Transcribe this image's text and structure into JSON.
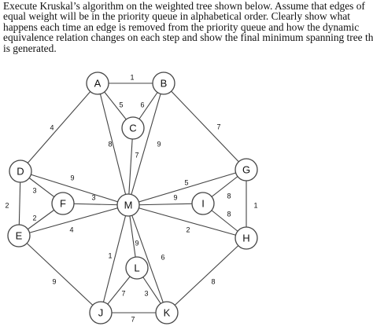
{
  "question": {
    "lines": [
      "Execute Kruskal’s algorithm on the weighted tree shown below. Assume that edges of",
      "equal weight will be in the priority queue in alphabetical order. Clearly show what",
      "happens each time an edge is removed from the priority queue and how the dynamic",
      "equivalence relation changes on each step and show the final minimum spanning tree that",
      "is generated."
    ]
  },
  "graph": {
    "nodes": [
      "A",
      "B",
      "C",
      "D",
      "G",
      "F",
      "M",
      "I",
      "E",
      "H",
      "L",
      "J",
      "K"
    ],
    "edges": [
      {
        "from": "A",
        "to": "B",
        "weight": "1"
      },
      {
        "from": "A",
        "to": "C",
        "weight": "5"
      },
      {
        "from": "B",
        "to": "C",
        "weight": "6"
      },
      {
        "from": "A",
        "to": "D",
        "weight": "4"
      },
      {
        "from": "B",
        "to": "G",
        "weight": "7"
      },
      {
        "from": "A",
        "to": "M",
        "weight": "8"
      },
      {
        "from": "C",
        "to": "M",
        "weight": "7"
      },
      {
        "from": "B",
        "to": "M",
        "weight": "9"
      },
      {
        "from": "D",
        "to": "M",
        "weight": "9"
      },
      {
        "from": "D",
        "to": "F",
        "weight": "3"
      },
      {
        "from": "D",
        "to": "E",
        "weight": "2"
      },
      {
        "from": "F",
        "to": "E",
        "weight": "2"
      },
      {
        "from": "F",
        "to": "M",
        "weight": "3"
      },
      {
        "from": "E",
        "to": "M",
        "weight": "4"
      },
      {
        "from": "G",
        "to": "M",
        "weight": "5"
      },
      {
        "from": "I",
        "to": "M",
        "weight": "9"
      },
      {
        "from": "G",
        "to": "I",
        "weight": "8"
      },
      {
        "from": "I",
        "to": "H",
        "weight": "8"
      },
      {
        "from": "G",
        "to": "H",
        "weight": "1"
      },
      {
        "from": "H",
        "to": "M",
        "weight": "2"
      },
      {
        "from": "M",
        "to": "J",
        "weight": "1"
      },
      {
        "from": "M",
        "to": "L",
        "weight": "9"
      },
      {
        "from": "M",
        "to": "K",
        "weight": "6"
      },
      {
        "from": "E",
        "to": "J",
        "weight": "9"
      },
      {
        "from": "H",
        "to": "K",
        "weight": "8"
      },
      {
        "from": "L",
        "to": "J",
        "weight": "7"
      },
      {
        "from": "L",
        "to": "K",
        "weight": "3"
      },
      {
        "from": "J",
        "to": "K",
        "weight": "7"
      }
    ]
  }
}
